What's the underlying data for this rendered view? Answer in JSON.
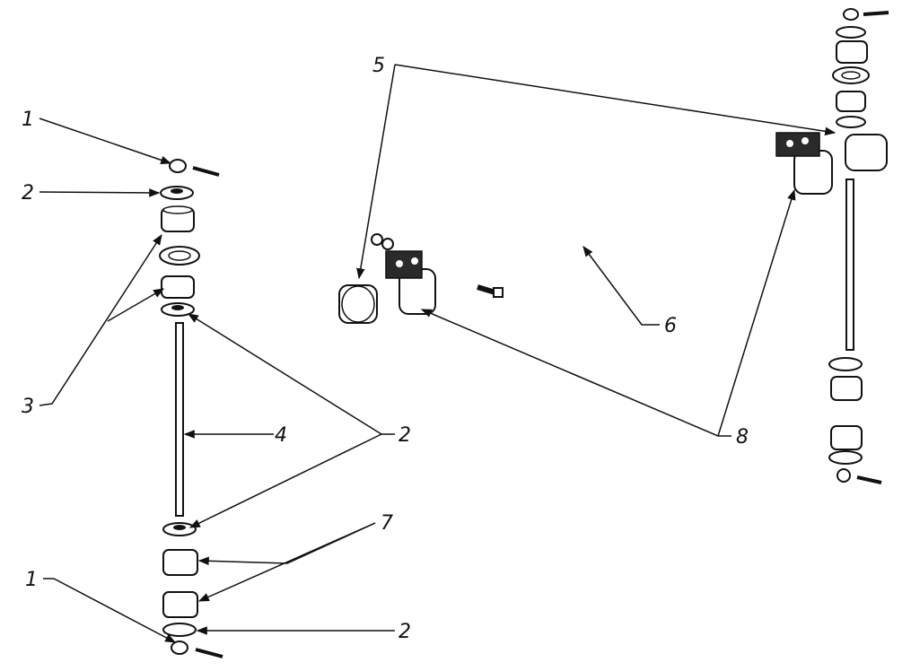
{
  "callouts": {
    "c1_top": "1",
    "c1_bottom": "1",
    "c2_top": "2",
    "c2_mid": "2",
    "c2_bottom": "2",
    "c3": "3",
    "c4": "4",
    "c5": "5",
    "c6": "6",
    "c7": "7",
    "c8": "8"
  },
  "colors": {
    "ink": "#111111",
    "paper": "#ffffff"
  }
}
